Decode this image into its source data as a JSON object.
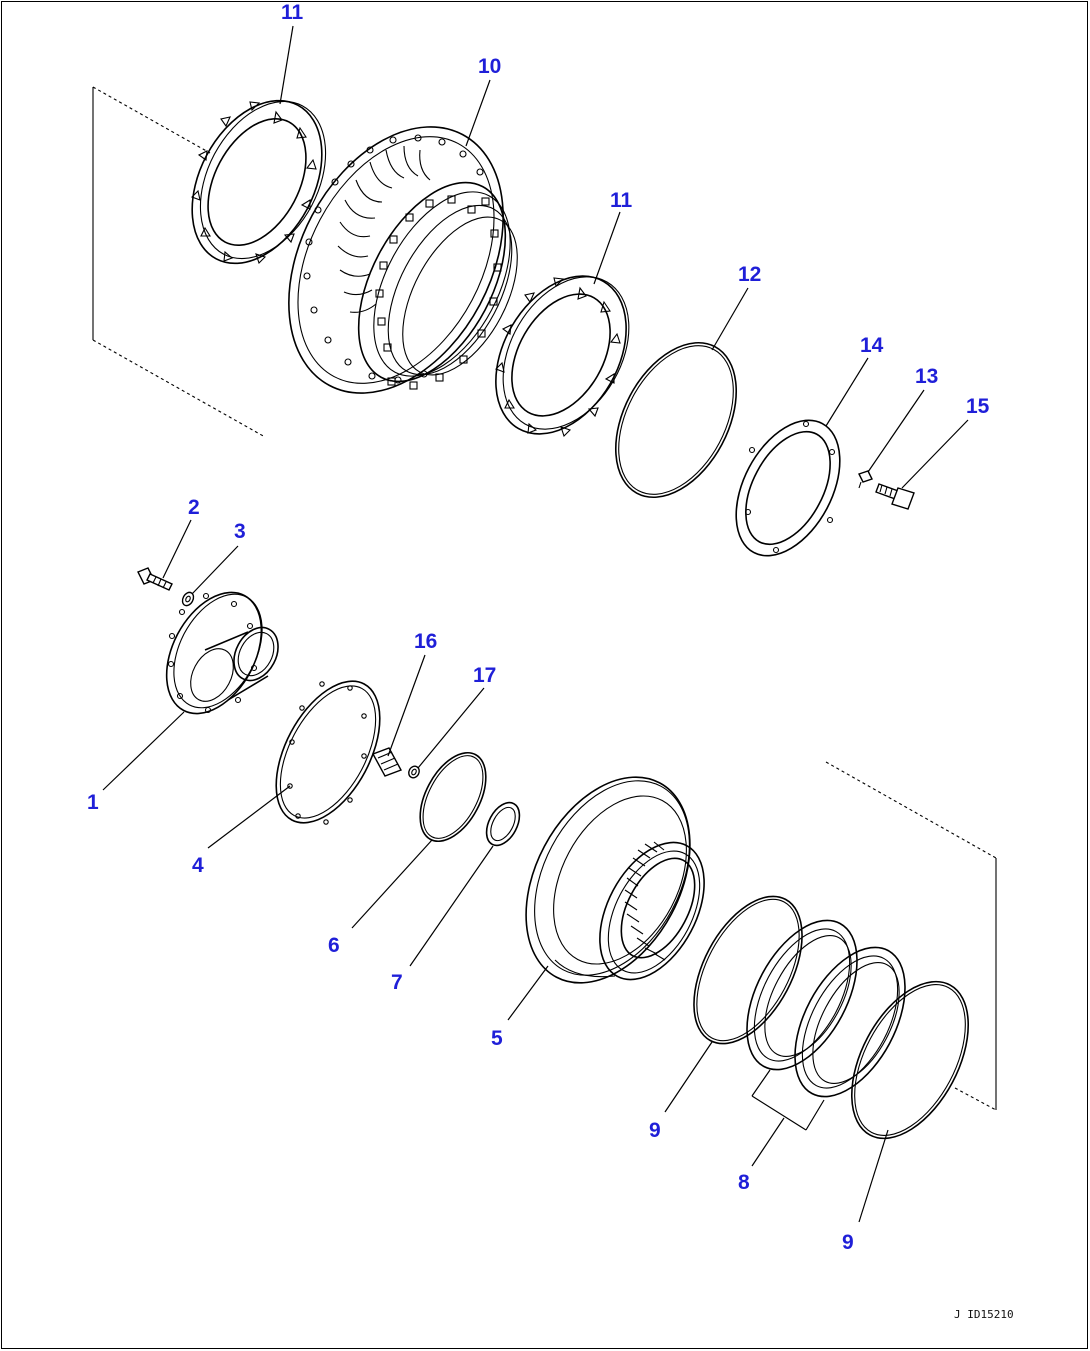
{
  "callouts": [
    {
      "id": "c-11a",
      "text": "11"
    },
    {
      "id": "c-10",
      "text": "10"
    },
    {
      "id": "c-11b",
      "text": "11"
    },
    {
      "id": "c-12",
      "text": "12"
    },
    {
      "id": "c-14",
      "text": "14"
    },
    {
      "id": "c-13",
      "text": "13"
    },
    {
      "id": "c-15",
      "text": "15"
    },
    {
      "id": "c-2",
      "text": "2"
    },
    {
      "id": "c-3",
      "text": "3"
    },
    {
      "id": "c-16",
      "text": "16"
    },
    {
      "id": "c-17",
      "text": "17"
    },
    {
      "id": "c-1",
      "text": "1"
    },
    {
      "id": "c-4",
      "text": "4"
    },
    {
      "id": "c-6",
      "text": "6"
    },
    {
      "id": "c-7",
      "text": "7"
    },
    {
      "id": "c-5",
      "text": "5"
    },
    {
      "id": "c-9a",
      "text": "9"
    },
    {
      "id": "c-8",
      "text": "8"
    },
    {
      "id": "c-9b",
      "text": "9"
    }
  ],
  "figure_id": "J ID15210",
  "colors": {
    "callout": "#1f1fd8",
    "line": "#000000",
    "background": "#ffffff"
  }
}
